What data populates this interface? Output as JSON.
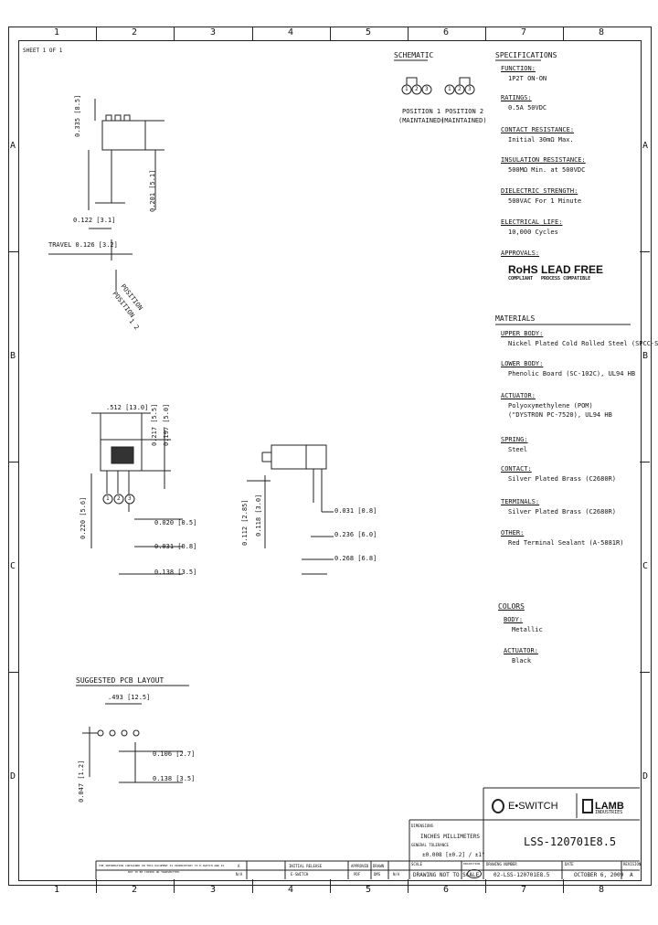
{
  "border": {
    "cols_top": [
      "1",
      "2",
      "3",
      "4",
      "5",
      "6",
      "7",
      "8"
    ],
    "cols_bottom": [
      "1",
      "2",
      "3",
      "4",
      "5",
      "6",
      "7",
      "8"
    ],
    "rows_left": [
      "A",
      "B",
      "C",
      "D"
    ],
    "rows_right": [
      "A",
      "B",
      "C",
      "D"
    ]
  },
  "sheet": "SHEET 1 OF 1",
  "schematic": {
    "title": "SCHEMATIC",
    "pos1_title": "POSITION 1",
    "pos1_sub": "(MAINTAINED)",
    "pos2_title": "POSITION 2",
    "pos2_sub": "(MAINTAINED)",
    "pins": [
      "1",
      "2",
      "3"
    ]
  },
  "specs": {
    "title": "SPECIFICATIONS",
    "items": [
      {
        "h": "FUNCTION:",
        "v": "1P2T ON-ON"
      },
      {
        "h": "RATINGS:",
        "v": "0.5A 50VDC"
      },
      {
        "h": "CONTACT RESISTANCE:",
        "v": "Initial 30mΩ Max."
      },
      {
        "h": "INSULATION RESISTANCE:",
        "v": "500MΩ Min. at 500VDC"
      },
      {
        "h": "DIELECTRIC STRENGTH:",
        "v": "500VAC For 1 Minute"
      },
      {
        "h": "ELECTRICAL LIFE:",
        "v": "10,000 Cycles"
      },
      {
        "h": "APPROVALS:",
        "v": ""
      }
    ],
    "rohs": "RoHS",
    "leadfree": "LEAD FREE",
    "compliant": "COMPLIANT",
    "process": "PROCESS COMPATIBLE"
  },
  "materials": {
    "title": "MATERIALS",
    "items": [
      {
        "h": "UPPER BODY:",
        "v": [
          "Nickel Plated Cold Rolled Steel (SPCC-SD)"
        ]
      },
      {
        "h": "LOWER BODY:",
        "v": [
          "Phenolic Board (SC-102C), UL94 HB"
        ]
      },
      {
        "h": "ACTUATOR:",
        "v": [
          "Polyoxymethylene (POM)",
          "(\"DYSTRON PC-7520), UL94 HB"
        ]
      },
      {
        "h": "SPRING:",
        "v": [
          "Steel"
        ]
      },
      {
        "h": "CONTACT:",
        "v": [
          "Silver Plated Brass (C2680R)"
        ]
      },
      {
        "h": "TERMINALS:",
        "v": [
          "Silver Plated Brass (C2680R)"
        ]
      },
      {
        "h": "OTHER:",
        "v": [
          "Red Terminal Sealant (A-5881R)"
        ]
      }
    ]
  },
  "colors": {
    "title": "COLORS",
    "items": [
      {
        "h": "BODY:",
        "v": "Metallic"
      },
      {
        "h": "ACTUATOR:",
        "v": "Black"
      }
    ]
  },
  "dims": {
    "d1": "0.335 [8.5]",
    "d2": "0.201 [5.1]",
    "d3": "0.122 [3.1]",
    "d4": "TRAVEL 0.126 [3.2]",
    "pos_label_1": "POSITION",
    "pos_label_2": "POSITION",
    "pos_nums": "1   2",
    "d5": ".512 [13.0]",
    "d6": "0.217 [5.5]",
    "d7": "0.197 [5.0]",
    "d8": "0.220 [5.6]",
    "d9": "0.020 [0.5]",
    "d10": "0.031 [0.8]",
    "d11": "0.138 [3.5]",
    "d12": "0.112 [2.85]",
    "d13": "0.118 [3.0]",
    "d14": "0.031 [0.8]",
    "d15": "0.236 [6.0]",
    "d16": "0.268 [6.8]",
    "pins": [
      "1",
      "2",
      "3"
    ]
  },
  "pcb": {
    "title": "SUGGESTED PCB LAYOUT",
    "d1": ".493 [12.5]",
    "d2": "0.047 [1.2]",
    "d3": "0.106 [2.7]",
    "d4": "0.138 [3.5]"
  },
  "title_block": {
    "brand": "E•SWITCH",
    "lamb": "LAMB",
    "lamb_sub": "INDUSTRIES",
    "part": "LSS-120701E8.5",
    "units_label": "DIMENSIONS",
    "units": "INCHES MILLIMETERS",
    "tol_label": "GENERAL TOLERANCE",
    "tol": "±0.008 [±0.2] / ±1°",
    "scale_label": "SCALE",
    "scale": "DRAWING NOT TO SCALE",
    "proj_label": "PROJECTION",
    "dwg_label": "DRAWING NUMBER",
    "dwg": "02-LSS-120701E8.5",
    "date_label": "DATE",
    "date": "OCTOBER 6, 2009",
    "rev_label": "REVISION",
    "rev": "A",
    "conf": "THE INFORMATION CONTAINED IN THIS DOCUMENT IS PROPRIETARY TO E-SWITCH AND IS",
    "conf2": "NOT TO BE COPIED OR TRANSMITTED.",
    "rev_a": "A",
    "rev_na": "N/A",
    "initial": "INITIAL RELEASE",
    "mfr": "E-SWITCH",
    "approved": "APPROVED",
    "drawn": "DRAWN",
    "appr_v": "PDF",
    "drawn_v": "DMS",
    "ecn": "N/A"
  }
}
